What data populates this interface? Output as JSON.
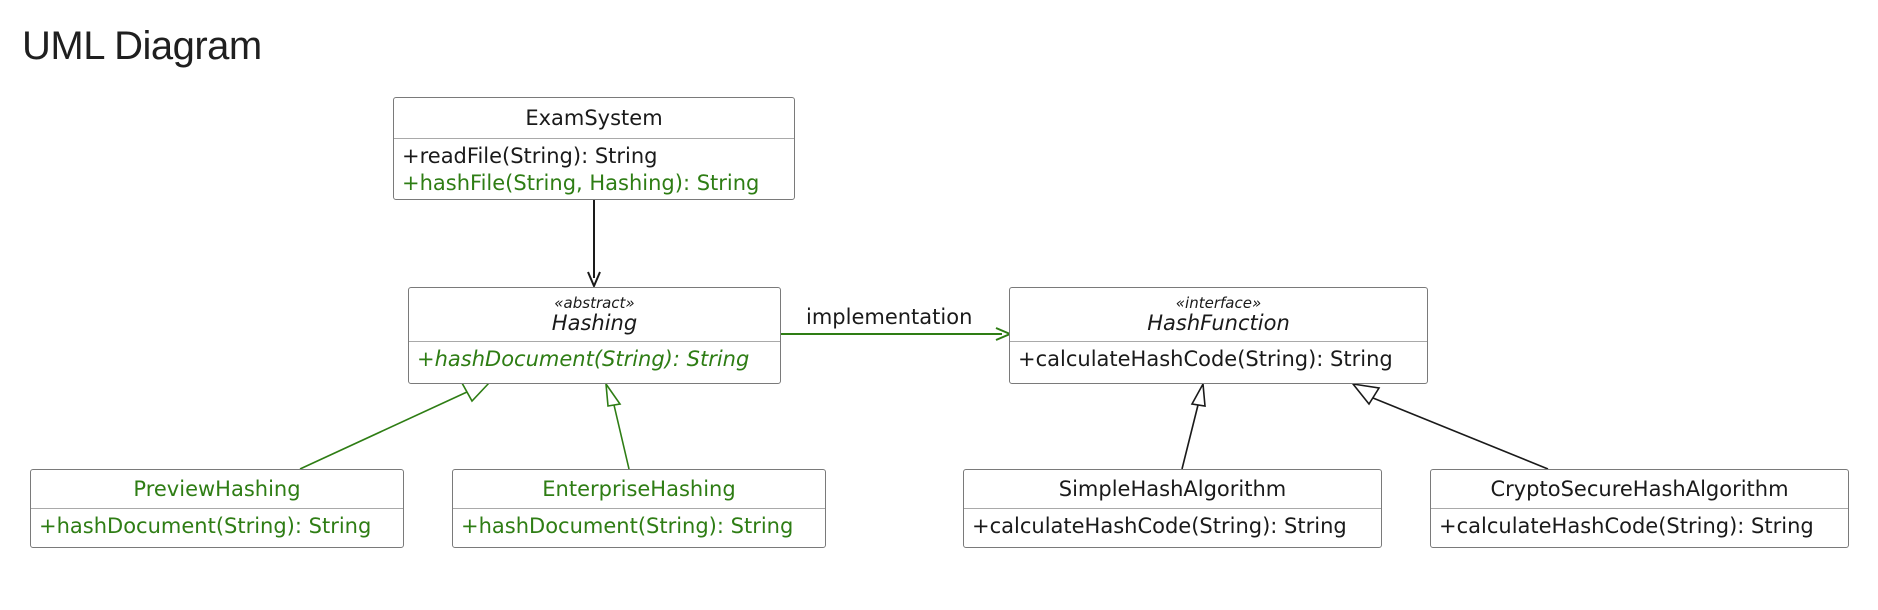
{
  "title": "UML Diagram",
  "colors": {
    "highlight": "#2e7d14",
    "default": "#1a1a1a",
    "border": "#7a7a7a"
  },
  "classes": {
    "exam_system": {
      "name": "ExamSystem",
      "methods": [
        "+readFile(String): String",
        "+hashFile(String, Hashing): String"
      ]
    },
    "hashing": {
      "stereotype": "«abstract»",
      "name": "Hashing",
      "methods": [
        "+hashDocument(String): String"
      ]
    },
    "hash_function": {
      "stereotype": "«interface»",
      "name": "HashFunction",
      "methods": [
        "+calculateHashCode(String): String"
      ]
    },
    "preview_hashing": {
      "name": "PreviewHashing",
      "methods": [
        "+hashDocument(String): String"
      ]
    },
    "enterprise_hashing": {
      "name": "EnterpriseHashing",
      "methods": [
        "+hashDocument(String): String"
      ]
    },
    "simple_hash": {
      "name": "SimpleHashAlgorithm",
      "methods": [
        "+calculateHashCode(String): String"
      ]
    },
    "crypto_hash": {
      "name": "CryptoSecureHashAlgorithm",
      "methods": [
        "+calculateHashCode(String): String"
      ]
    }
  },
  "relations": {
    "implementation_label": "implementation"
  }
}
